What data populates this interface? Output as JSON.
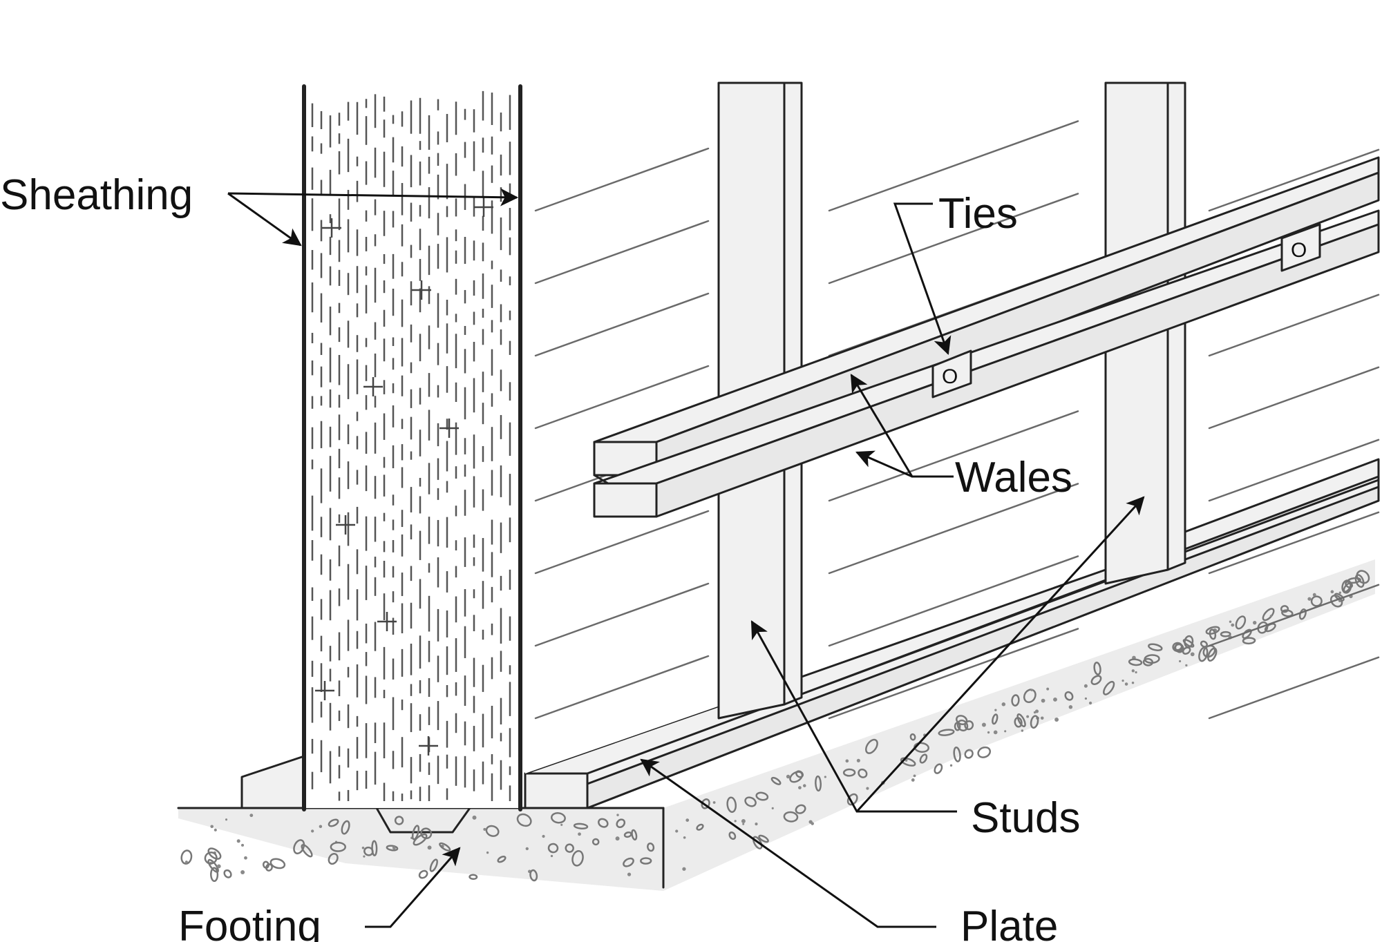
{
  "labels": {
    "sheathing": "Sheathing",
    "ties": "Ties",
    "wales": "Wales",
    "studs": "Studs",
    "plate": "Plate",
    "footing": "Footing",
    "tie_mark": "O"
  },
  "colors": {
    "ink": "#222222",
    "wood_fill": "#f1f1f1",
    "ground_fill": "#ececec",
    "background": "#ffffff"
  }
}
